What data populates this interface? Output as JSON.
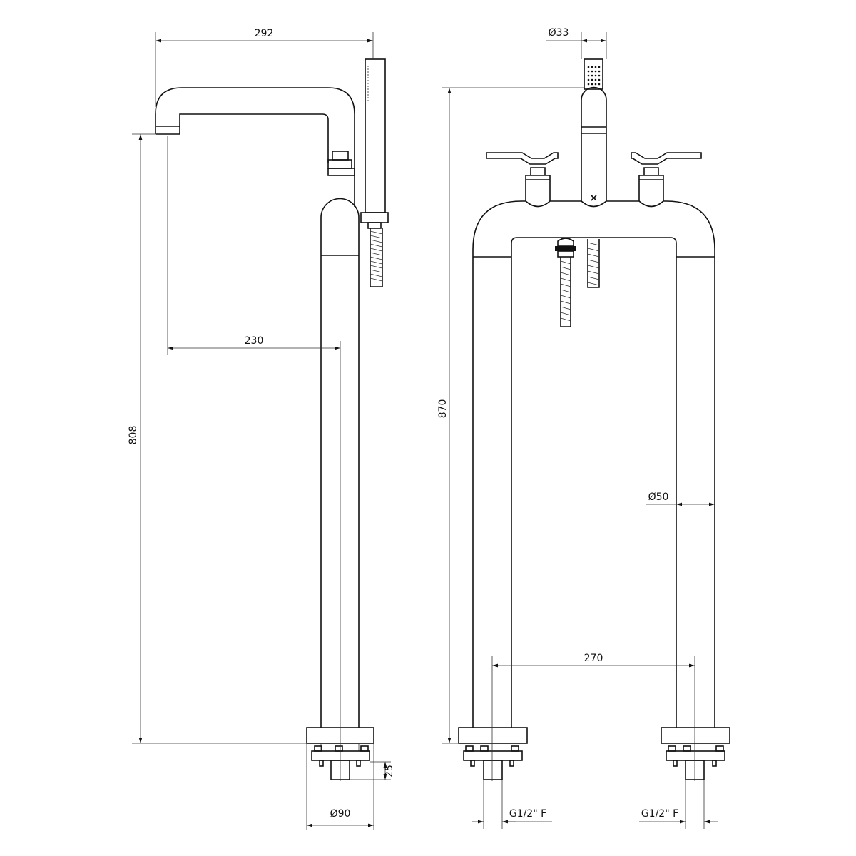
{
  "title": "Freestanding bath mixer technical drawing",
  "side_view": {
    "spout_reach_total": "292",
    "spout_reach_to_axis": "230",
    "spout_height": "808",
    "base_diameter": "Ø90",
    "tail_length": "25"
  },
  "front_view": {
    "handshower_diameter": "Ø33",
    "total_height": "870",
    "column_diameter": "Ø50",
    "leg_spacing": "270",
    "connection_left": "G1/2\" F",
    "connection_right": "G1/2\" F"
  }
}
